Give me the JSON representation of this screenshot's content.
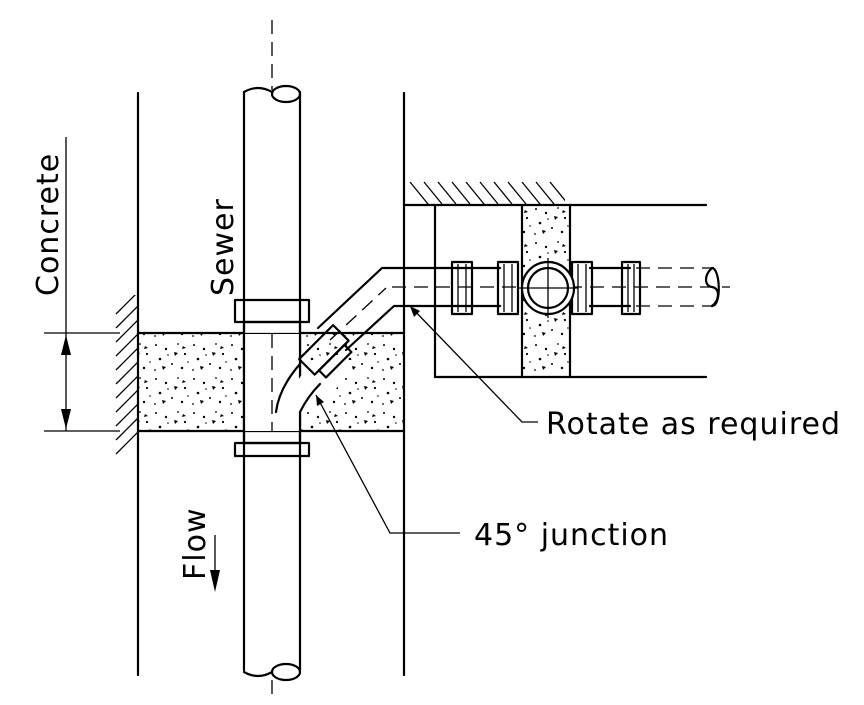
{
  "labels": {
    "concrete": "Concrete",
    "sewer": "Sewer",
    "flow": "Flow",
    "rotate": "Rotate as required",
    "junction": "45° junction"
  },
  "colors": {
    "ink": "#000000",
    "background": "#ffffff"
  }
}
